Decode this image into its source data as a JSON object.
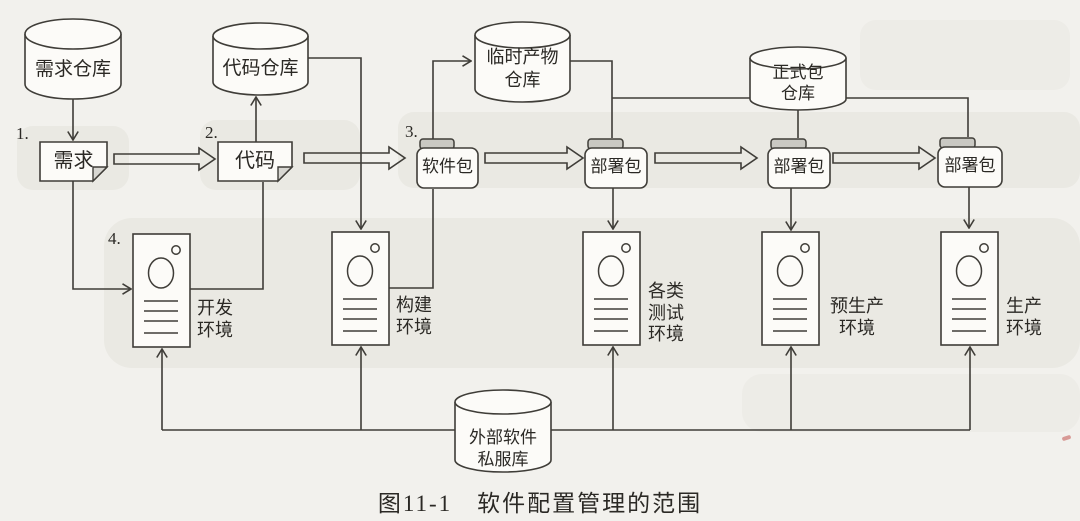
{
  "figure": {
    "caption": "图11-1　软件配置管理的范围"
  },
  "repos": {
    "requirements": {
      "label": "需求仓库"
    },
    "code": {
      "label": "代码仓库"
    },
    "temp": {
      "label": "临时产物\n仓库"
    },
    "release": {
      "label": "正式包\n仓库"
    },
    "external": {
      "label": "外部软件\n私服库"
    }
  },
  "artifacts": {
    "requirement": {
      "step": "1.",
      "label": "需求"
    },
    "code": {
      "step": "2.",
      "label": "代码"
    },
    "software_package": {
      "step": "3.",
      "label": "软件包"
    },
    "deploy_test": {
      "label": "部署包"
    },
    "deploy_preprod": {
      "label": "部署包"
    },
    "deploy_prod": {
      "label": "部署包"
    }
  },
  "envs": {
    "dev": {
      "step": "4.",
      "label": "开发\n环境"
    },
    "build": {
      "label": "构建\n环境"
    },
    "test": {
      "label": "各类\n测试\n环境"
    },
    "preprod": {
      "label": "预生产\n环境"
    },
    "prod": {
      "label": "生产\n环境"
    }
  },
  "flows": [
    {
      "from": "需求仓库",
      "to": "需求",
      "style": "arrow"
    },
    {
      "from": "需求",
      "to": "代码",
      "style": "hollow-arrow"
    },
    {
      "from": "需求",
      "to": "开发环境",
      "style": "arrow"
    },
    {
      "from": "开发环境",
      "to": "代码",
      "style": "line"
    },
    {
      "from": "代码",
      "to": "代码仓库",
      "style": "arrow"
    },
    {
      "from": "代码",
      "to": "软件包",
      "style": "hollow-arrow"
    },
    {
      "from": "代码仓库",
      "to": "构建环境",
      "style": "arrow"
    },
    {
      "from": "构建环境",
      "to": "软件包",
      "style": "line"
    },
    {
      "from": "软件包",
      "to": "临时产物仓库",
      "style": "arrow"
    },
    {
      "from": "软件包",
      "to": "部署包(测试)",
      "style": "hollow-arrow"
    },
    {
      "from": "临时产物仓库",
      "to": "部署包(测试)",
      "style": "line"
    },
    {
      "from": "临时产物仓库",
      "to": "正式包仓库",
      "style": "line"
    },
    {
      "from": "部署包(测试)",
      "to": "各类测试环境",
      "style": "arrow"
    },
    {
      "from": "部署包(测试)",
      "to": "部署包(预生产)",
      "style": "hollow-arrow"
    },
    {
      "from": "正式包仓库",
      "to": "部署包(预生产)",
      "style": "line"
    },
    {
      "from": "正式包仓库",
      "to": "部署包(生产)",
      "style": "line"
    },
    {
      "from": "部署包(预生产)",
      "to": "预生产环境",
      "style": "arrow"
    },
    {
      "from": "部署包(预生产)",
      "to": "部署包(生产)",
      "style": "hollow-arrow"
    },
    {
      "from": "部署包(生产)",
      "to": "生产环境",
      "style": "arrow"
    },
    {
      "from": "外部软件私服库",
      "to": "开发环境",
      "style": "arrow"
    },
    {
      "from": "外部软件私服库",
      "to": "构建环境",
      "style": "arrow"
    },
    {
      "from": "外部软件私服库",
      "to": "各类测试环境",
      "style": "arrow"
    },
    {
      "from": "外部软件私服库",
      "to": "预生产环境",
      "style": "arrow"
    },
    {
      "from": "外部软件私服库",
      "to": "生产环境",
      "style": "arrow"
    }
  ],
  "colors": {
    "paper": "#f2f1ed",
    "line": "#3f3d38",
    "shape_fill": "#fcfbf8",
    "tab_fill": "#c9c8c2",
    "bleed_band": "#eae9e3",
    "text": "#2b2925"
  }
}
